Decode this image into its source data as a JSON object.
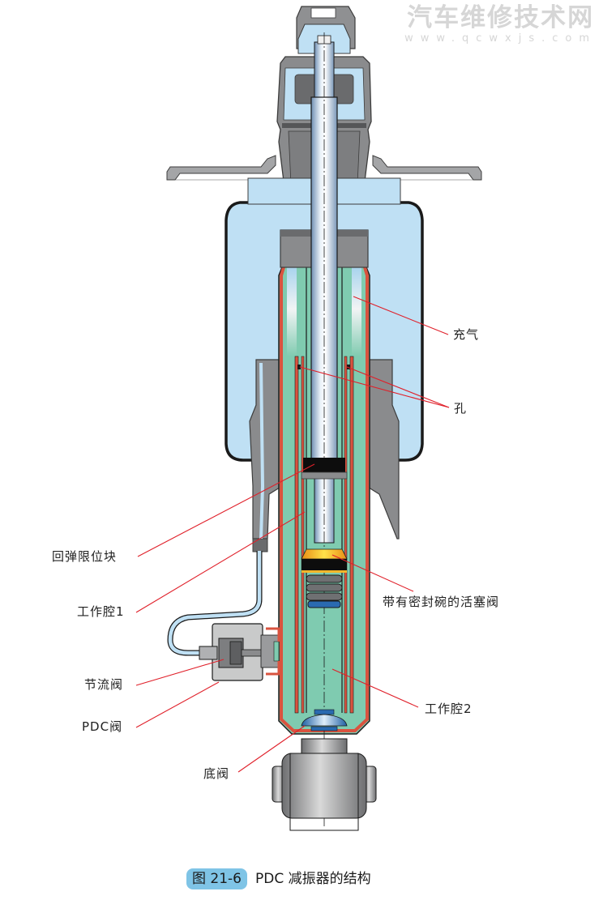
{
  "watermark": {
    "title": "汽车维修技术网",
    "url": "www.qcwxjs.com"
  },
  "labels": {
    "charge": "充气",
    "hole": "孔",
    "rebound_stop": "回弹限位块",
    "chamber1": "工作腔1",
    "piston_valve": "带有密封碗的活塞阀",
    "throttle_valve": "节流阀",
    "pdc_valve": "PDC阀",
    "chamber2": "工作腔2",
    "base_valve": "底阀"
  },
  "caption": {
    "figure_number": "图 21-6",
    "title": "PDC 减振器的结构"
  },
  "colors": {
    "air_spring": "#bfe0f4",
    "metal_gray": "#8a8b8d",
    "dark_gray": "#5e5f61",
    "oil_green": "#7fcbb0",
    "tube_red": "#d9533f",
    "piston_yellow": "#f5b62a",
    "leader_line": "#e0202a",
    "caption_badge": "#7fc4e6"
  }
}
